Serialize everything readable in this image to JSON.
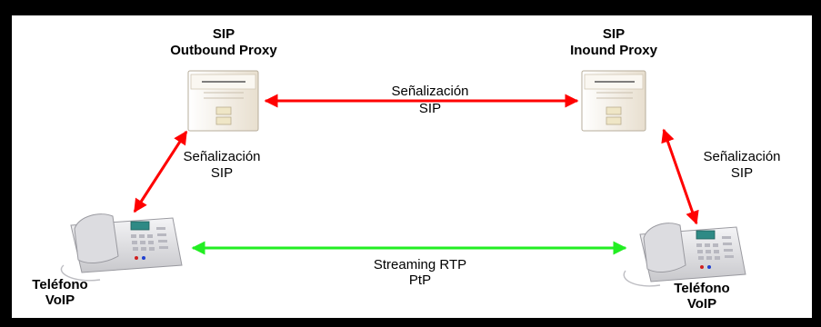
{
  "nodes": {
    "outbound_proxy": {
      "line1": "SIP",
      "line2": "Outbound Proxy"
    },
    "inbound_proxy": {
      "line1": "SIP",
      "line2": "Inound Proxy"
    },
    "phone_left": {
      "line1": "Teléfono",
      "line2": "VoIP"
    },
    "phone_right": {
      "line1": "Teléfono",
      "line2": "VoIP"
    }
  },
  "edges": {
    "proxy_to_proxy": {
      "line1": "Señalización",
      "line2": "SIP",
      "color": "#ff0000"
    },
    "left_signal": {
      "line1": "Señalización",
      "line2": "SIP",
      "color": "#ff0000"
    },
    "right_signal": {
      "line1": "Señalización",
      "line2": "SIP",
      "color": "#ff0000"
    },
    "media": {
      "line1": "Streaming RTP",
      "line2": "PtP",
      "color": "#22ee22"
    }
  },
  "colors": {
    "border": "#000000",
    "background": "#ffffff",
    "server_body": "#f3ece0"
  }
}
